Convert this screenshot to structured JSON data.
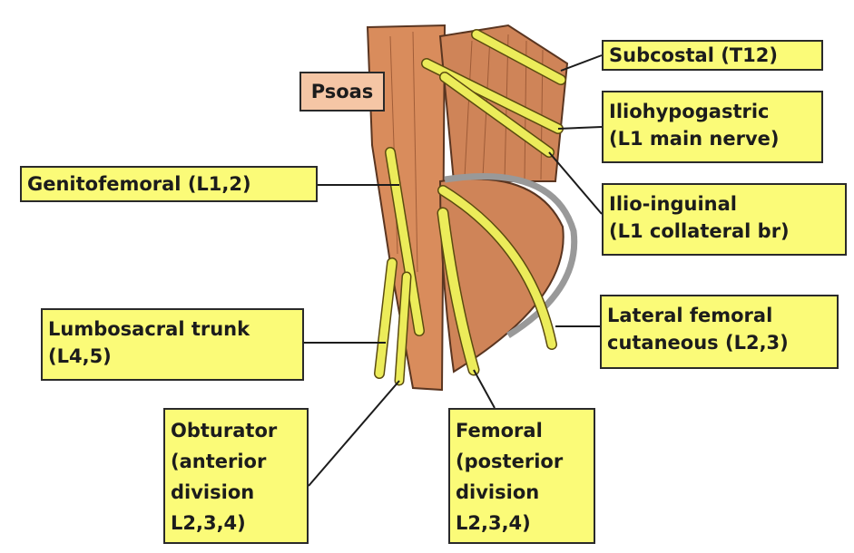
{
  "muscle_label": "Psoas",
  "labels": {
    "subcostal": [
      "Subcostal (T12)"
    ],
    "iliohypogastric": [
      "Iliohypogastric",
      "(L1 main nerve)"
    ],
    "genitofemoral": [
      "Genitofemoral (L1,2)"
    ],
    "ilioinguinal": [
      "Ilio-inguinal",
      "(L1 collateral br)"
    ],
    "lumbosacral": [
      "Lumbosacral trunk",
      "(L4,5)"
    ],
    "lateral_femoral": [
      "Lateral femoral",
      "cutaneous (L2,3)"
    ],
    "obturator": [
      "Obturator",
      "(anterior",
      "division",
      "L2,3,4)"
    ],
    "femoral": [
      "Femoral",
      "(posterior",
      "division",
      "L2,3,4)"
    ]
  },
  "colors": {
    "label_fill": "#fbfb78",
    "nerve": "#ecec5a",
    "muscle": "#d98c5c",
    "psoas_label": "#f5c6a5"
  }
}
